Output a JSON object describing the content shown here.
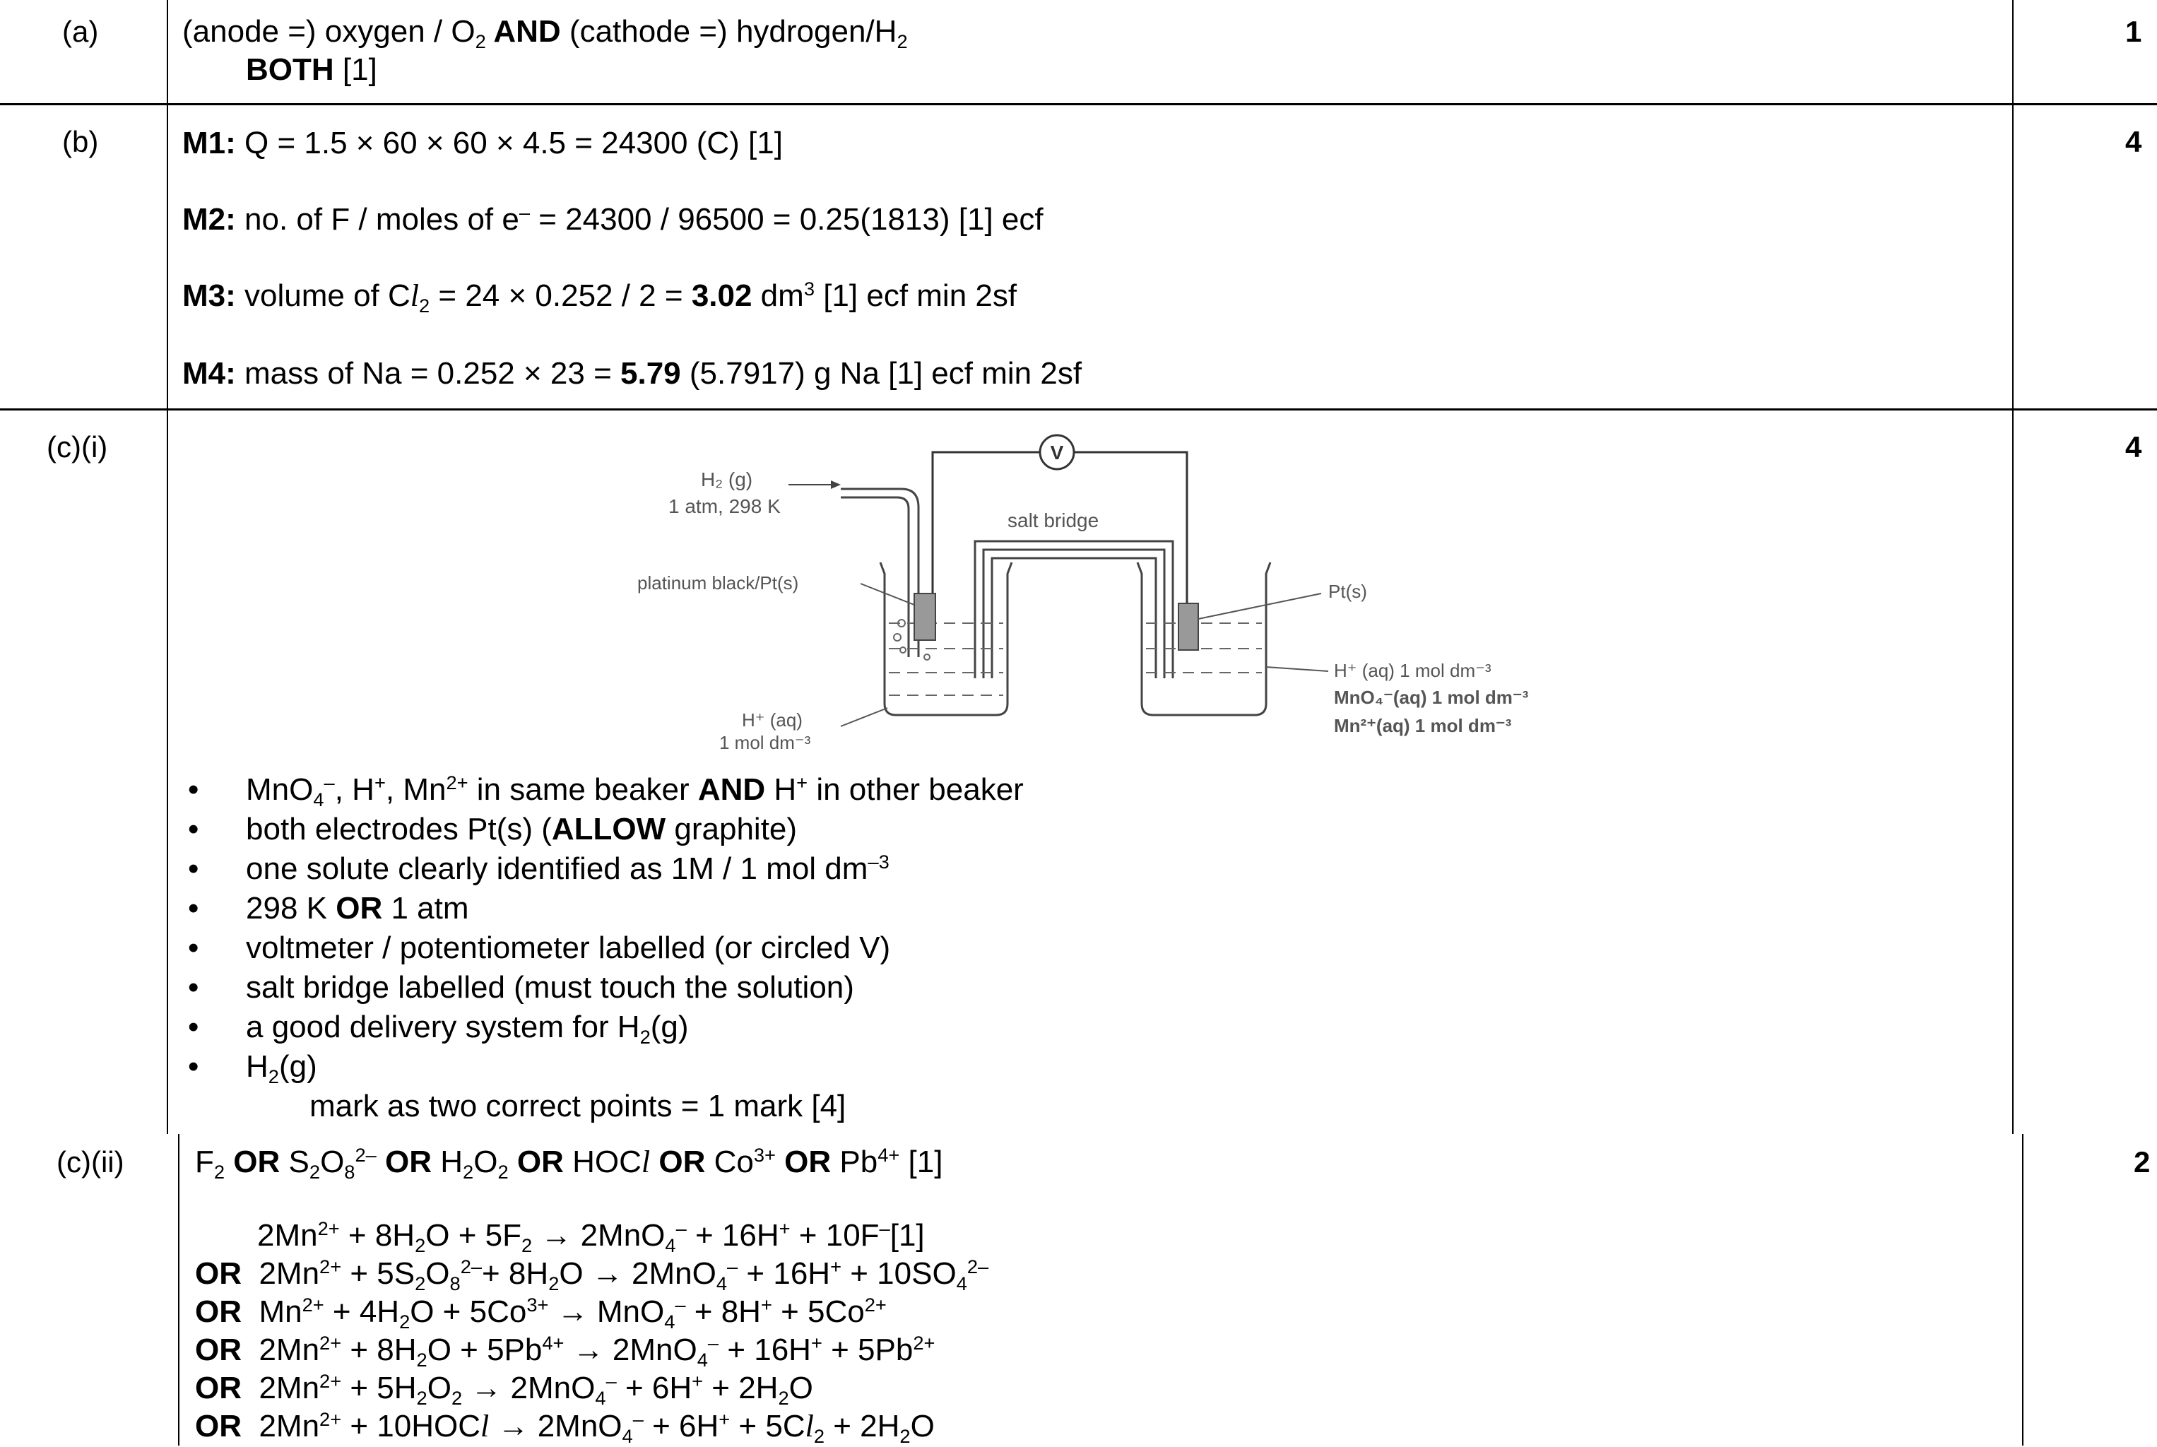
{
  "rows": {
    "a": {
      "part": "(a)",
      "marks": "1",
      "l1": {
        "pre": "(anode =) oxygen / O",
        "sub": "2",
        "and": " AND ",
        "post": "(cathode =) hydrogen/H",
        "sub2": "2"
      },
      "l2": {
        "both": "BOTH",
        "mark": " [1]"
      }
    },
    "b": {
      "part": "(b)",
      "marks": "4",
      "m1": {
        "label": "M1:",
        "text": " Q = 1.5 × 60 × 60 × 4.5 = 24300 (C) [1]"
      },
      "m2": {
        "label": "M2:",
        "text": " no. of F / moles of e",
        "sup": "–",
        "text2": " = 24300 / 96500 = 0.25(1813) [1] ecf"
      },
      "m3": {
        "label": "M3:",
        "text": " volume of C",
        "l": "l",
        "sub": "2",
        "text2": " = 24 × 0.252 / 2 = ",
        "bold": "3.02",
        "text3": " dm",
        "sup": "3",
        "text4": " [1] ecf min 2sf"
      },
      "m4": {
        "label": "M4:",
        "text": " mass of Na = 0.252 × 23 = ",
        "bold": "5.79",
        "text2": " (5.7917) g Na [1] ecf min 2sf"
      }
    },
    "ci": {
      "part": "(c)(i)",
      "marks": "4",
      "diagram": {
        "v": "V",
        "h2": "H₂ (g)",
        "cond": "1 atm, 298 K",
        "salt_bridge": "salt bridge",
        "pt_black": "platinum black/Pt(s)",
        "hplus_left": "H⁺ (aq)",
        "conc_left": "1 mol dm⁻³",
        "pt": "Pt(s)",
        "r1": "H⁺ (aq) 1 mol dm⁻³",
        "r2": "MnO₄⁻(aq) 1 mol dm⁻³",
        "r3": "Mn²⁺(aq) 1 mol dm⁻³"
      },
      "b1": {
        "pre": "MnO",
        "sub": "4",
        "sup": "–",
        "mid": ", H",
        "sup2": "+",
        "mid2": ", Mn",
        "sup3": "2+",
        "post": " in same beaker ",
        "and": "AND",
        "post2": " H",
        "sup4": "+",
        "post3": " in other beaker"
      },
      "b2": {
        "pre": "both electrodes Pt(s) (",
        "allow": "ALLOW",
        "post": " graphite)"
      },
      "b3": {
        "pre": "one solute clearly identified as 1M / 1 mol dm",
        "sup": "–3"
      },
      "b4": {
        "pre": "298 K ",
        "or": "OR",
        "post": " 1 atm"
      },
      "b5": "voltmeter / potentiometer labelled (or circled V)",
      "b6": "salt bridge labelled (must touch the solution)",
      "b7": {
        "pre": "a good delivery system for H",
        "sub": "2",
        "post": "(g)"
      },
      "b8": {
        "pre": "H",
        "sub": "2",
        "post": "(g)"
      },
      "note": "mark as two correct points = 1 mark [4]"
    },
    "cii": {
      "part": "(c)(ii)",
      "marks": "2",
      "or": "OR",
      "l1": {
        "a": "F",
        "a_sub": "2",
        "b": "S",
        "b_sub1": "2",
        "b2": "O",
        "b_sub2": "8",
        "b_sup": "2–",
        "c": "H",
        "c_sub1": "2",
        "c2": "O",
        "c_sub2": "2",
        "d": "HOC",
        "d_l": "l",
        "e": "Co",
        "e_sup": "3+",
        "f": "Pb",
        "f_sup": "4+",
        "mark": " [1]"
      },
      "eq1": {
        "t1": "2Mn",
        "s1": "2+",
        "t2": " + 8H",
        "s2": "2",
        "t3": "O + 5F",
        "s3": "2",
        "t4": " → 2MnO",
        "s4": "4",
        "s4b": "–",
        "t5": " + 16H",
        "s5": "+",
        "t6": " + 10F",
        "s6": "–",
        "t7": "[1]"
      },
      "eq2": {
        "t1": "2Mn",
        "s1": "2+",
        "t2": " + 5S",
        "s2": "2",
        "t3": "O",
        "s3": "8",
        "s3b": "2–",
        "t4": "+ 8H",
        "s4": "2",
        "t5": "O → 2MnO",
        "s5": "4",
        "s5b": "–",
        "t6": " + 16H",
        "s6": "+",
        "t7": " + 10SO",
        "s7": "4",
        "s7b": "2–"
      },
      "eq3": {
        "t1": "Mn",
        "s1": "2+",
        "t2": " + 4H",
        "s2": "2",
        "t3": "O + 5Co",
        "s3": "3+",
        "t4": " → MnO",
        "s4": "4",
        "s4b": "–",
        "t5": " + 8H",
        "s5": "+",
        "t6": " + 5Co",
        "s6": "2+"
      },
      "eq4": {
        "t1": "2Mn",
        "s1": "2+",
        "t2": " + 8H",
        "s2": "2",
        "t3": "O + 5Pb",
        "s3": "4+",
        "t4": " → 2MnO",
        "s4": "4",
        "s4b": "–",
        "t5": " + 16H",
        "s5": "+",
        "t6": " + 5Pb",
        "s6": "2+"
      },
      "eq5": {
        "t1": "2Mn",
        "s1": "2+",
        "t2": " + 5H",
        "s2": "2",
        "t3": "O",
        "s3": "2",
        "t4": " → 2MnO",
        "s4": "4",
        "s4b": "–",
        "t5": " + 6H",
        "s5": "+",
        "t6": " + 2H",
        "s6": "2",
        "t7": "O"
      },
      "eq6": {
        "t1": "2Mn",
        "s1": "2+",
        "t2": " + 10HOC",
        "l": "l",
        "t3": " → 2MnO",
        "s4": "4",
        "s4b": "–",
        "t5": " + 6H",
        "s5": "+",
        "t6": " + 5C",
        "l2": "l",
        "s6": "2",
        "t7": " + 2H",
        "s7": "2",
        "t8": "O"
      }
    }
  }
}
